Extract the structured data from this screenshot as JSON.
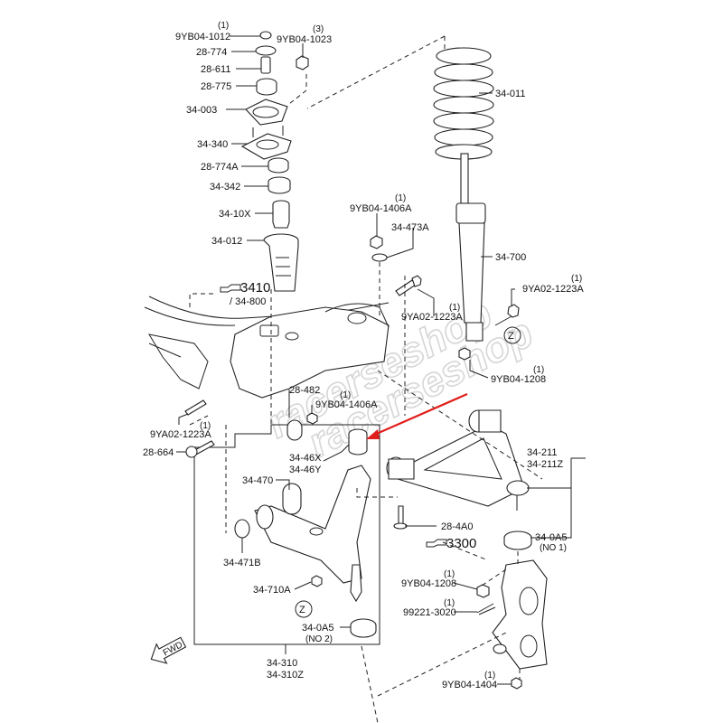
{
  "diagram": {
    "title": "Front suspension exploded parts diagram",
    "watermark": "racerseshop",
    "accent_arrow_color": "#e0201c",
    "fwd_label": "FWD",
    "z_marker": "Z"
  },
  "labels": {
    "nut_top": {
      "part": "9YB04-1012",
      "qty": "(1)"
    },
    "nut_mount": {
      "part": "9YB04-1023",
      "qty": "(3)"
    },
    "washer_774": {
      "part": "28-774"
    },
    "sleeve_611": {
      "part": "28-611"
    },
    "bush_775": {
      "part": "28-775"
    },
    "plate_003": {
      "part": "34-003"
    },
    "mount_340": {
      "part": "34-340"
    },
    "washer_774a": {
      "part": "28-774A"
    },
    "seat_342": {
      "part": "34-342"
    },
    "bumper_10x": {
      "part": "34-10X"
    },
    "boot_012": {
      "part": "34-012"
    },
    "spring_011": {
      "part": "34-011"
    },
    "nut_1406a_top": {
      "part": "9YB04-1406A",
      "qty": "(1)"
    },
    "washer_473a": {
      "part": "34-473A"
    },
    "bolt_1223a_mid": {
      "part": "9YA02-1223A",
      "qty": "(1)"
    },
    "shock_700": {
      "part": "34-700"
    },
    "bolt_1223a_right": {
      "part": "9YA02-1223A",
      "qty": "(1)"
    },
    "nut_1208_right": {
      "part": "9YB04-1208",
      "qty": "(1)"
    },
    "ref_3410": {
      "part": "3410",
      "sub": "/ 34-800"
    },
    "washer_482": {
      "part": "28-482"
    },
    "nut_1406a_low": {
      "part": "9YB04-1406A",
      "qty": "(1)"
    },
    "bolt_1223a_left": {
      "part": "9YA02-1223A",
      "qty": "(1)"
    },
    "bolt_664": {
      "part": "28-664"
    },
    "bush_46x": {
      "part": "34-46X",
      "alt": "34-46Y"
    },
    "bush_470": {
      "part": "34-470"
    },
    "washer_471b": {
      "part": "34-471B"
    },
    "nut_710a": {
      "part": "34-710A"
    },
    "boot_0a5_no2": {
      "part": "34-0A5",
      "note": "(NO 2)"
    },
    "arm_310": {
      "part": "34-310",
      "alt": "34-310Z"
    },
    "arm_211": {
      "part": "34-211",
      "alt": "34-211Z"
    },
    "bolt_4a0": {
      "part": "28-4A0"
    },
    "ref_3300": {
      "part": "3300"
    },
    "boot_0a5_no1": {
      "part": "34-0A5",
      "note": "(NO 1)"
    },
    "nut_1208_low": {
      "part": "9YB04-1208",
      "qty": "(1)"
    },
    "pin_3020": {
      "part": "99221-3020",
      "qty": "(1)"
    },
    "nut_1404": {
      "part": "9YB04-1404",
      "qty": "(1)"
    }
  }
}
